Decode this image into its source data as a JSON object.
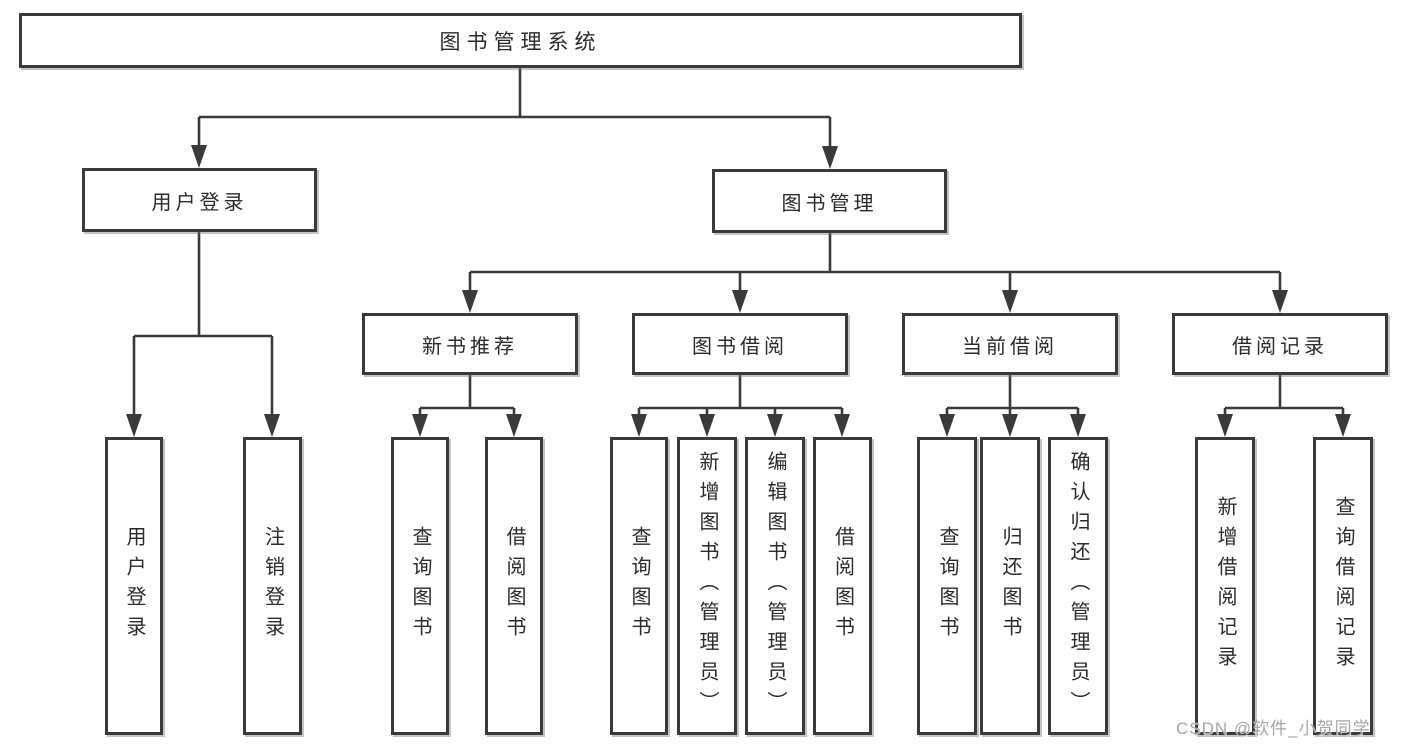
{
  "diagram": {
    "root": {
      "label": "图书管理系统"
    },
    "branches": {
      "user_login": {
        "label": "用户登录",
        "children": {
          "login": {
            "label": "用户登录"
          },
          "logout": {
            "label": "注销登录"
          }
        }
      },
      "book_management": {
        "label": "图书管理",
        "children": {
          "new_book_recommend": {
            "label": "新书推荐",
            "children": {
              "query_books": {
                "label": "查询图书"
              },
              "borrow_books": {
                "label": "借阅图书"
              }
            }
          },
          "book_borrowing": {
            "label": "图书借阅",
            "children": {
              "query_books": {
                "label": "查询图书"
              },
              "add_books": {
                "label": "新增图书（管理员）"
              },
              "edit_books": {
                "label": "编辑图书（管理员）"
              },
              "borrow_books": {
                "label": "借阅图书"
              }
            }
          },
          "current_borrowing": {
            "label": "当前借阅",
            "children": {
              "query_books": {
                "label": "查询图书"
              },
              "return_books": {
                "label": "归还图书"
              },
              "confirm_return": {
                "label": "确认归还（管理员）"
              }
            }
          },
          "borrowing_records": {
            "label": "借阅记录",
            "children": {
              "add_record": {
                "label": "新增借阅记录"
              },
              "query_record": {
                "label": "查询借阅记录"
              }
            }
          }
        }
      }
    }
  },
  "watermark": {
    "text": "CSDN @软件_小贺同学"
  },
  "colors": {
    "line": "#3a3a3a",
    "box_border": "#3a3a3a",
    "box_fill": "#ffffff",
    "text": "#2b2b2b",
    "watermark": "#a6a6a6",
    "background": "#ffffff"
  }
}
